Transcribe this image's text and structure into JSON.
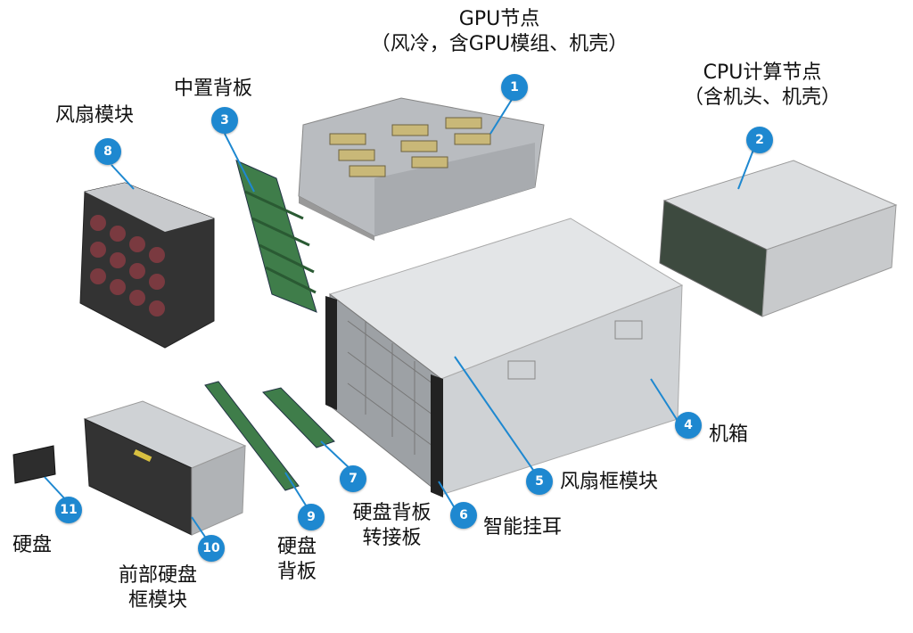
{
  "accent_color": "#1e88d0",
  "components": [
    {
      "num": "1",
      "label_line1": "GPU节点",
      "label_line2": "（风冷，含GPU模组、机壳）"
    },
    {
      "num": "2",
      "label_line1": "CPU计算节点",
      "label_line2": "（含机头、机壳）"
    },
    {
      "num": "3",
      "label_line1": "中置背板"
    },
    {
      "num": "4",
      "label_line1": "机箱"
    },
    {
      "num": "5",
      "label_line1": "风扇框模块"
    },
    {
      "num": "6",
      "label_line1": "智能挂耳"
    },
    {
      "num": "7",
      "label_line1": "硬盘背板",
      "label_line2": "转接板"
    },
    {
      "num": "8",
      "label_line1": "风扇模块"
    },
    {
      "num": "9",
      "label_line1": "硬盘",
      "label_line2": "背板"
    },
    {
      "num": "10",
      "label_line1": "前部硬盘",
      "label_line2": "框模块"
    },
    {
      "num": "11",
      "label_line1": "硬盘"
    }
  ]
}
